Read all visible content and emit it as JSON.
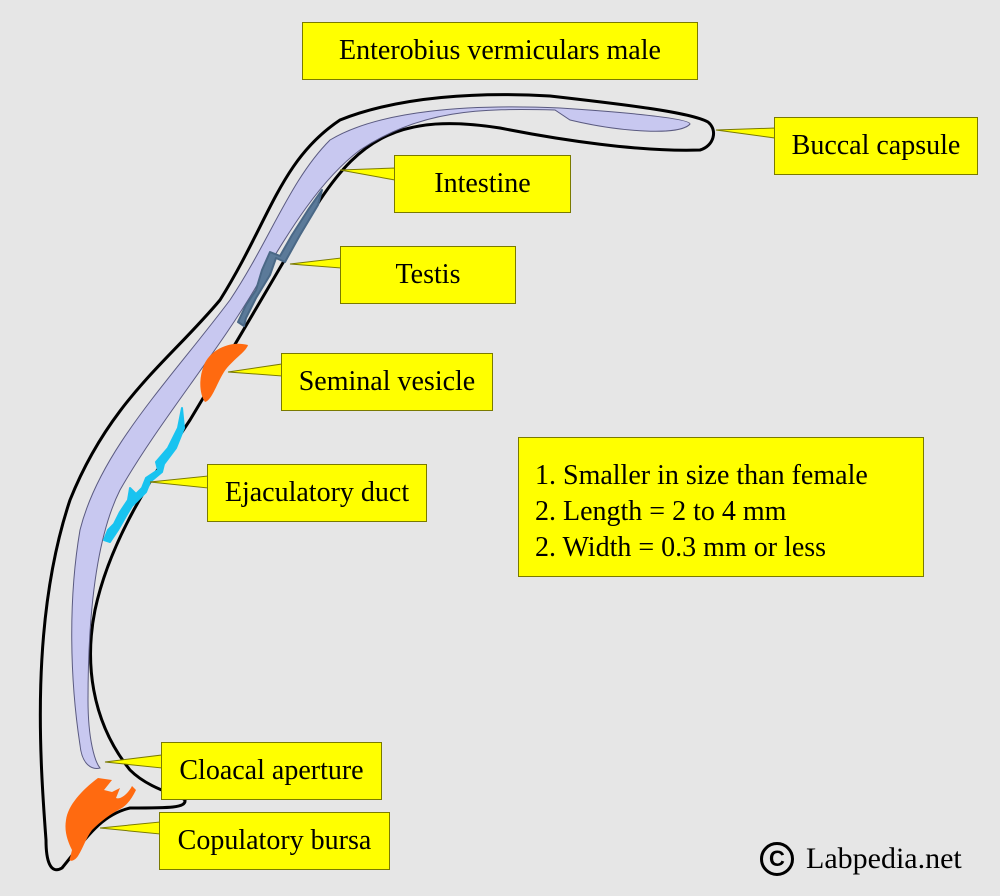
{
  "title": "Enterobius vermiculars male",
  "labels": {
    "buccal_capsule": "Buccal capsule",
    "intestine": "Intestine",
    "testis": "Testis",
    "seminal_vesicle": "Seminal vesicle",
    "ejaculatory_duct": "Ejaculatory duct",
    "cloacal_aperture": "Cloacal aperture",
    "copulatory_bursa": "Copulatory bursa"
  },
  "facts": [
    "1. Smaller in size than female",
    "2. Length = 2 to 4 mm",
    "2. Width = 0.3 mm or less"
  ],
  "watermark": {
    "symbol": "C",
    "text": "Labpedia.net"
  },
  "colors": {
    "background": "#e6e6e6",
    "label_fill": "#ffff00",
    "intestine": "#c8c8f0",
    "testis": "#5b7a99",
    "seminal_vesicle": "#ff6a10",
    "ejaculatory_duct": "#19c3f0",
    "copulatory_bursa": "#ff6a10",
    "outline": "#000000"
  }
}
